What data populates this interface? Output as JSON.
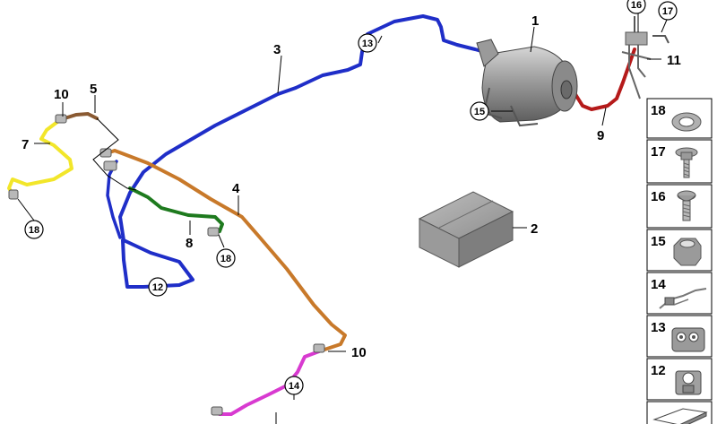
{
  "colors": {
    "line_3": "#1f2ec8",
    "line_4": "#c8792a",
    "line_5": "#8a5a32",
    "line_7": "#f2e62a",
    "line_8": "#1e7a1e",
    "line_9": "#b51a1a",
    "line_14": "#d83ad0",
    "part_grey": "#9a9a9a",
    "callout": "#000000"
  },
  "callouts": [
    {
      "id": "c1",
      "text": "1"
    },
    {
      "id": "c2",
      "text": "2"
    },
    {
      "id": "c3",
      "text": "3"
    },
    {
      "id": "c4",
      "text": "4"
    },
    {
      "id": "c5",
      "text": "5"
    },
    {
      "id": "c7",
      "text": "7"
    },
    {
      "id": "c8",
      "text": "8"
    },
    {
      "id": "c9",
      "text": "9"
    },
    {
      "id": "c10a",
      "text": "10"
    },
    {
      "id": "c10b",
      "text": "10"
    },
    {
      "id": "c11",
      "text": "11"
    }
  ],
  "circled_callouts": [
    {
      "id": "cc12",
      "text": "12"
    },
    {
      "id": "cc13",
      "text": "13"
    },
    {
      "id": "cc14",
      "text": "14"
    },
    {
      "id": "cc15",
      "text": "15"
    },
    {
      "id": "cc16",
      "text": "16"
    },
    {
      "id": "cc17",
      "text": "17"
    },
    {
      "id": "cc18a",
      "text": "18"
    },
    {
      "id": "cc18b",
      "text": "18"
    }
  ],
  "parts_panel": [
    {
      "num": "18",
      "icon": "washer-icon"
    },
    {
      "num": "17",
      "icon": "flange-bolt-icon"
    },
    {
      "num": "16",
      "icon": "socket-bolt-icon"
    },
    {
      "num": "15",
      "icon": "hex-nut-icon"
    },
    {
      "num": "14",
      "icon": "cable-tie-icon"
    },
    {
      "num": "13",
      "icon": "line-clip-icon"
    },
    {
      "num": "12",
      "icon": "single-clip-icon"
    },
    {
      "num": "",
      "icon": "pad-icon"
    }
  ]
}
